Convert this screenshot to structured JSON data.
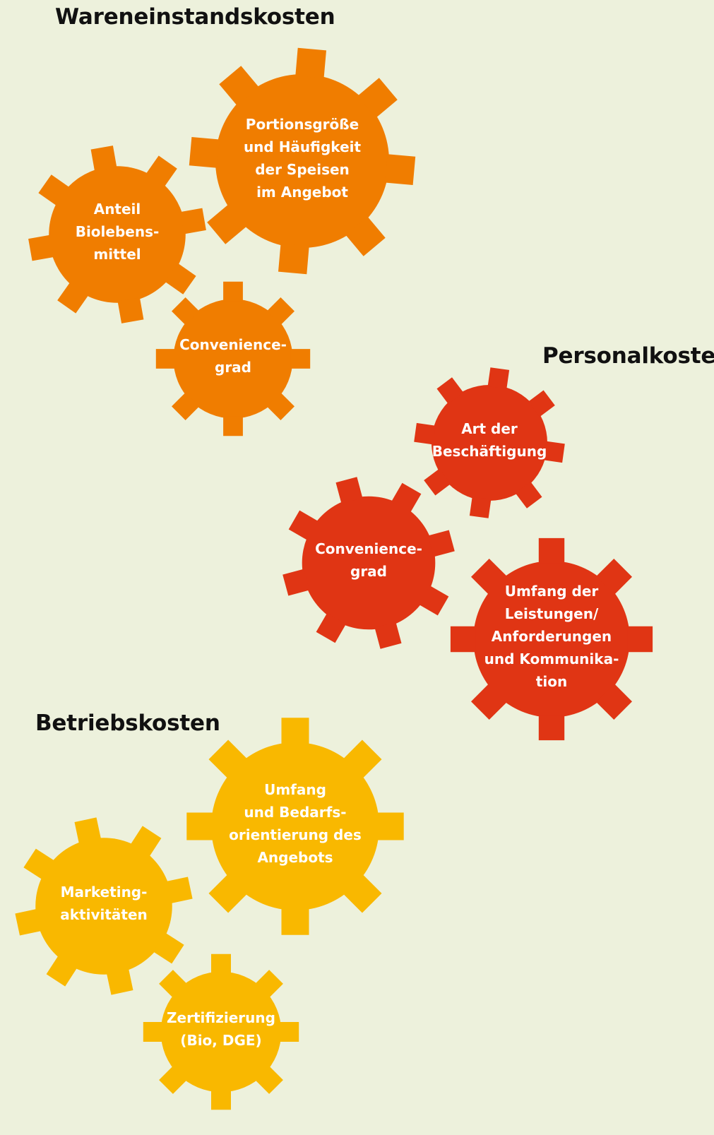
{
  "colors": {
    "background": "#edf1dc",
    "wareneinstand": "#f07d00",
    "personal": "#e03514",
    "betrieb": "#f9b800"
  },
  "groups": [
    {
      "title": "Wareneinstandskosten",
      "color": "#f07d00",
      "gears": [
        {
          "lines": [
            "Portionsgröße",
            "und Häufigkeit",
            "der Speisen",
            "im Angebot"
          ]
        },
        {
          "lines": [
            "Anteil",
            "Biolebens-",
            "mittel"
          ]
        },
        {
          "lines": [
            "Convenience-",
            "grad"
          ]
        }
      ]
    },
    {
      "title": "Personalkosten",
      "color": "#e03514",
      "gears": [
        {
          "lines": [
            "Art der",
            "Beschäftigung"
          ]
        },
        {
          "lines": [
            "Convenience-",
            "grad"
          ]
        },
        {
          "lines": [
            "Umfang der",
            "Leistungen/",
            "Anforderungen",
            "und Kommunika-",
            "tion"
          ]
        }
      ]
    },
    {
      "title": "Betriebskosten",
      "color": "#f9b800",
      "gears": [
        {
          "lines": [
            "Umfang",
            "und Bedarfs-",
            "orientierung des",
            "Angebots"
          ]
        },
        {
          "lines": [
            "Marketing-",
            "aktivitäten"
          ]
        },
        {
          "lines": [
            "Zertifizierung",
            "(Bio, DGE)"
          ]
        }
      ]
    }
  ]
}
